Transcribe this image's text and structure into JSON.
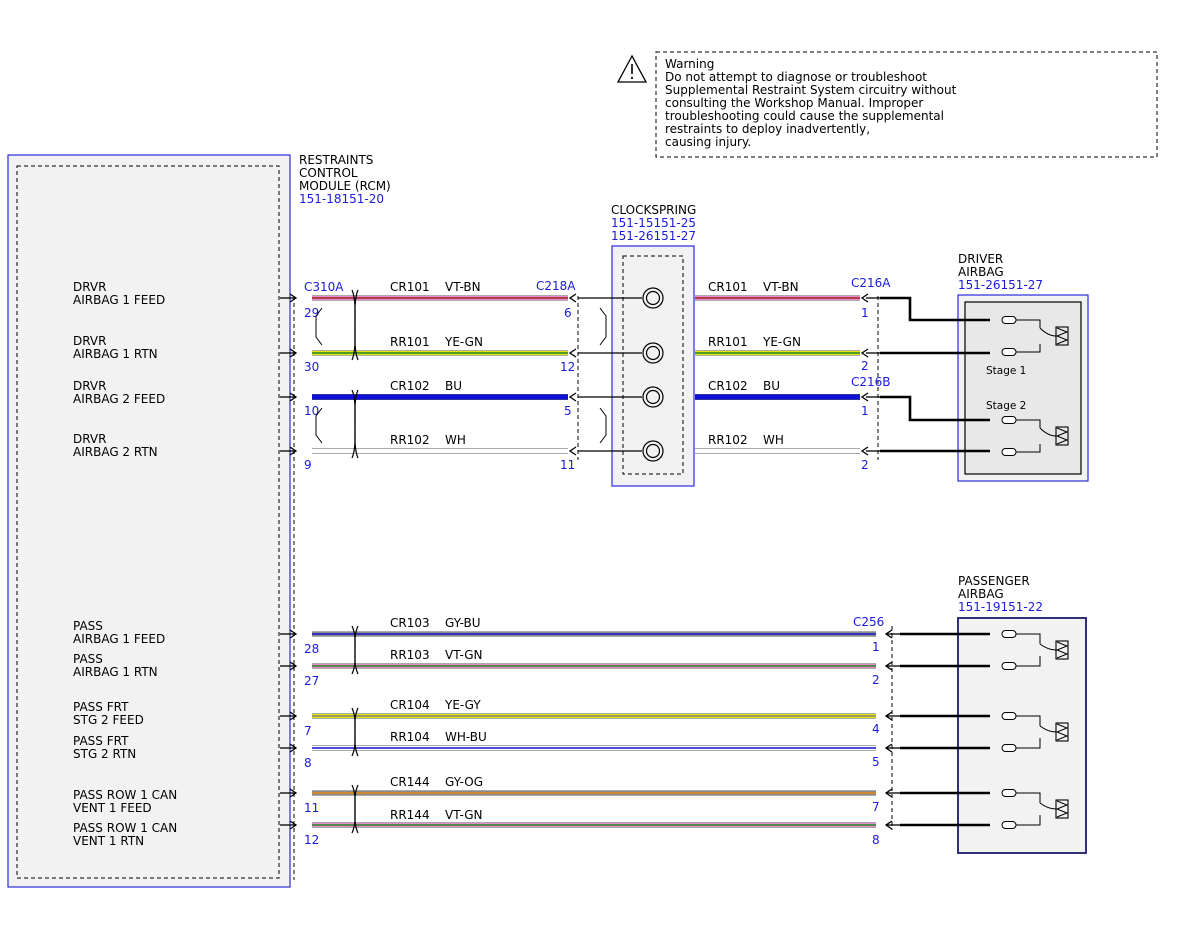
{
  "warning": {
    "lines": [
      "Warning",
      "Do not attempt to diagnose or troubleshoot",
      "Supplemental Restraint System circuitry without",
      "consulting the Workshop Manual. Improper",
      "troubleshooting could cause the supplemental",
      "restraints to deploy inadvertently,",
      "causing injury."
    ]
  },
  "rcm": {
    "name_lines": [
      "RESTRAINTS",
      "CONTROL",
      "MODULE (RCM)"
    ],
    "ref": "151-18151-20",
    "connector": "C310A"
  },
  "clockspring": {
    "name": "CLOCKSPRING",
    "refs": [
      "151-15151-25",
      "151-26151-27"
    ],
    "connector_in": "C218A"
  },
  "driver_airbag": {
    "name_lines": [
      "DRIVER",
      "AIRBAG"
    ],
    "ref": "151-26151-27",
    "connector_a": "C216A",
    "connector_b": "C216B",
    "stage1_label": "Stage 1",
    "stage2_label": "Stage 2"
  },
  "passenger_airbag": {
    "name_lines": [
      "PASSENGER",
      "AIRBAG"
    ],
    "ref": "151-19151-22",
    "connector": "C256"
  },
  "driver_circuits": [
    {
      "label": [
        "DRVR",
        "AIRBAG 1 FEED"
      ],
      "rcm_pin": "29",
      "circuit": "CR101",
      "color_code": "VT-BN",
      "cs_pin": "6",
      "out_circuit": "CR101",
      "out_color_code": "VT-BN",
      "db_pin": "1",
      "colors": [
        "#ee88cc",
        "#9b2d2d"
      ]
    },
    {
      "label": [
        "DRVR",
        "AIRBAG 1 RTN"
      ],
      "rcm_pin": "30",
      "circuit": "RR101",
      "color_code": "YE-GN",
      "cs_pin": "12",
      "out_circuit": "RR101",
      "out_color_code": "YE-GN",
      "db_pin": "2",
      "colors": [
        "#e6e600",
        "#2a8a2a"
      ]
    },
    {
      "label": [
        "DRVR",
        "AIRBAG 2 FEED"
      ],
      "rcm_pin": "10",
      "circuit": "CR102",
      "color_code": "BU",
      "cs_pin": "5",
      "out_circuit": "CR102",
      "out_color_code": "BU",
      "db_pin": "1",
      "colors": [
        "#1010dd",
        "#1010dd"
      ]
    },
    {
      "label": [
        "DRVR",
        "AIRBAG 2 RTN"
      ],
      "rcm_pin": "9",
      "circuit": "RR102",
      "color_code": "WH",
      "cs_pin": "11",
      "out_circuit": "RR102",
      "out_color_code": "WH",
      "db_pin": "2",
      "colors": [
        "#ffffff",
        "#ffffff"
      ]
    }
  ],
  "passenger_circuits": [
    {
      "label": [
        "PASS",
        "AIRBAG 1 FEED"
      ],
      "rcm_pin": "28",
      "circuit": "CR103",
      "color_code": "GY-BU",
      "pa_pin": "1",
      "colors": [
        "#8a8a8a",
        "#2020cc"
      ]
    },
    {
      "label": [
        "PASS",
        "AIRBAG 1 RTN"
      ],
      "rcm_pin": "27",
      "circuit": "RR103",
      "color_code": "VT-GN",
      "pa_pin": "2",
      "colors": [
        "#ee88cc",
        "#2a8a2a"
      ]
    },
    {
      "label": [
        "PASS FRT",
        "STG 2 FEED"
      ],
      "rcm_pin": "7",
      "circuit": "CR104",
      "color_code": "YE-GY",
      "pa_pin": "4",
      "colors": [
        "#e6e600",
        "#8a8a8a"
      ]
    },
    {
      "label": [
        "PASS FRT",
        "STG 2 RTN"
      ],
      "rcm_pin": "8",
      "circuit": "RR104",
      "color_code": "WH-BU",
      "pa_pin": "5",
      "colors": [
        "#ffffff",
        "#2020cc"
      ]
    },
    {
      "label": [
        "PASS ROW 1 CAN",
        "VENT 1 FEED"
      ],
      "rcm_pin": "11",
      "circuit": "CR144",
      "color_code": "GY-OG",
      "pa_pin": "7",
      "colors": [
        "#8a8a8a",
        "#e08a1e"
      ]
    },
    {
      "label": [
        "PASS ROW 1 CAN",
        "VENT 1 RTN"
      ],
      "rcm_pin": "12",
      "circuit": "RR144",
      "color_code": "VT-GN",
      "pa_pin": "8",
      "colors": [
        "#ee88cc",
        "#2a8a2a"
      ]
    }
  ],
  "colors": {
    "reference_blue": "#1a1ae0",
    "module_fill": "#f2f2f2",
    "module_border": "#2a2ae0"
  }
}
